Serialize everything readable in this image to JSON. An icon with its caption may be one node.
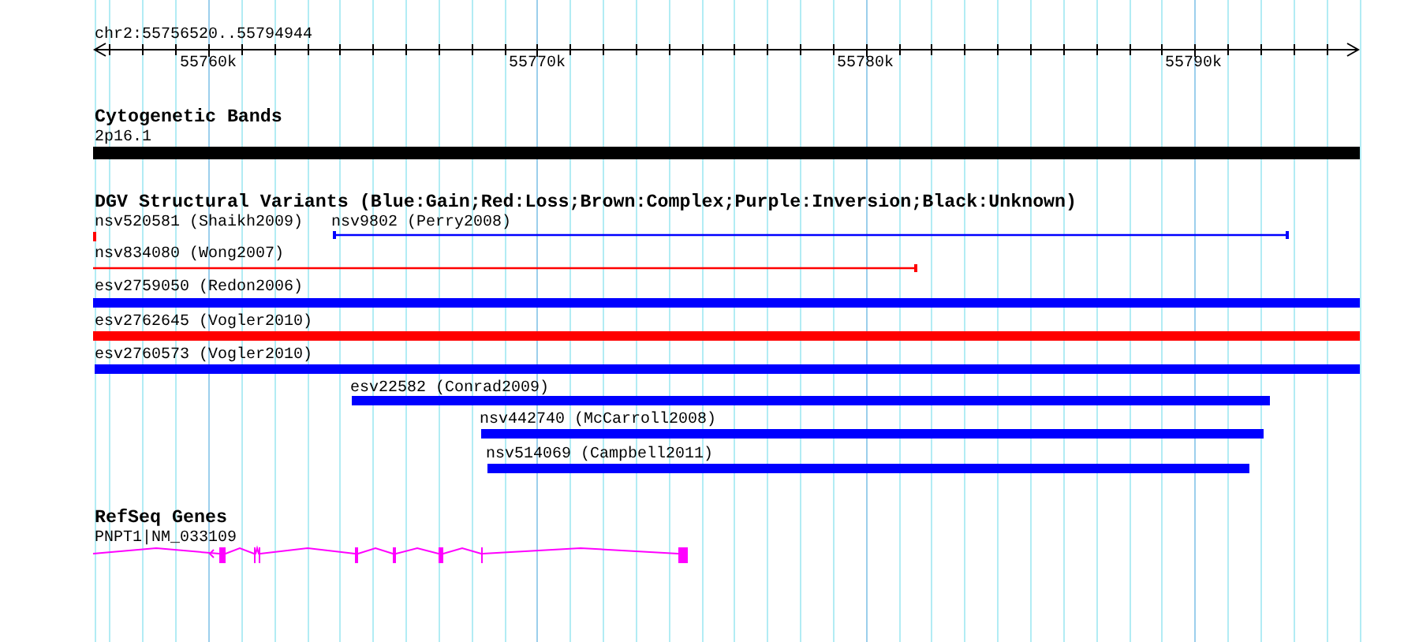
{
  "diagram": {
    "nodes": [
      {
        "text": [
          "2p16.1"
        ]
      },
      {
        "text": [
          "nsv520581 (Shaikh2009)"
        ]
      },
      {
        "text": [
          "nsv9802 (Perry2008)"
        ]
      },
      {
        "text": [
          "nsv834080 (Wong2007)"
        ]
      },
      {
        "text": [
          "esv2759050 (Redon2006)"
        ]
      },
      {
        "text": [
          "esv2762645 (Vogler2010)"
        ]
      },
      {
        "text": [
          "esv2760573 (Vogler2010)"
        ]
      },
      {
        "text": [
          "esv22582 (Conrad2009)"
        ]
      },
      {
        "text": [
          "nsv442740 (McCarroll2008)"
        ]
      },
      {
        "text": [
          "nsv514069 (Campbell2011)"
        ]
      },
      {
        "text": [
          "PNPT1|NM_033109"
        ]
      }
    ],
    "labels": [
      "chr2:55756520..55794944",
      "55760k",
      "55770k",
      "55780k",
      "55790k",
      "Cytogenetic Bands",
      "DGV Structural Variants (Blue:Gain;Red:Loss;Brown:Complex;Purple:Inversion;Black:Unknown)",
      "RefSeq Genes"
    ]
  }
}
